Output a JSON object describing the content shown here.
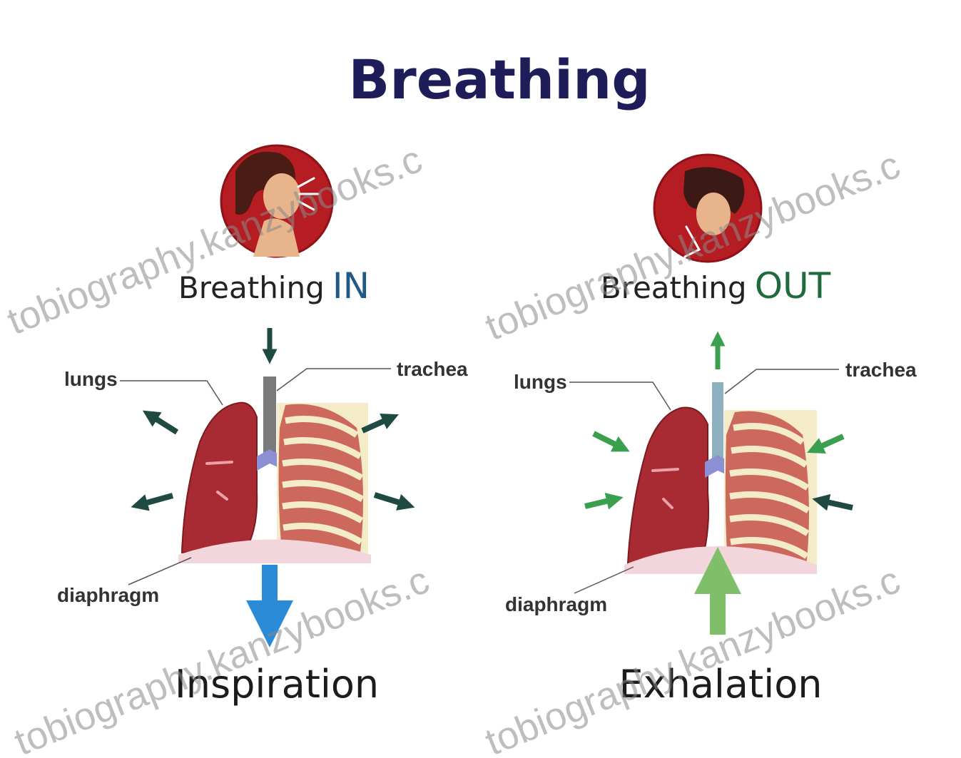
{
  "title": "Breathing",
  "colors": {
    "title": "#1e1d5a",
    "in_accent": "#1f5a85",
    "out_accent": "#1f6b3e",
    "arrow_dark": "#1f4a42",
    "arrow_green": "#3aa050",
    "arrow_blue": "#2c8bd6",
    "arrow_light_green": "#7fbf6a",
    "lung": "#a82a32",
    "ribs": "#c85a50",
    "portrait_bg": "#b51d22"
  },
  "panels": [
    {
      "id": "in",
      "heading_prefix": "Breathing",
      "heading_accent": "IN",
      "labels": {
        "lungs": "lungs",
        "trachea": "trachea",
        "diaphragm": "diaphragm"
      },
      "caption": "Inspiration",
      "icon": "person-inhaling-icon",
      "airflow": "in"
    },
    {
      "id": "out",
      "heading_prefix": "Breathing",
      "heading_accent": "OUT",
      "labels": {
        "lungs": "lungs",
        "trachea": "trachea",
        "diaphragm": "diaphragm"
      },
      "caption": "Exhalation",
      "icon": "person-exhaling-icon",
      "airflow": "out"
    }
  ],
  "watermark": "tobiography.kanzybooks.c"
}
